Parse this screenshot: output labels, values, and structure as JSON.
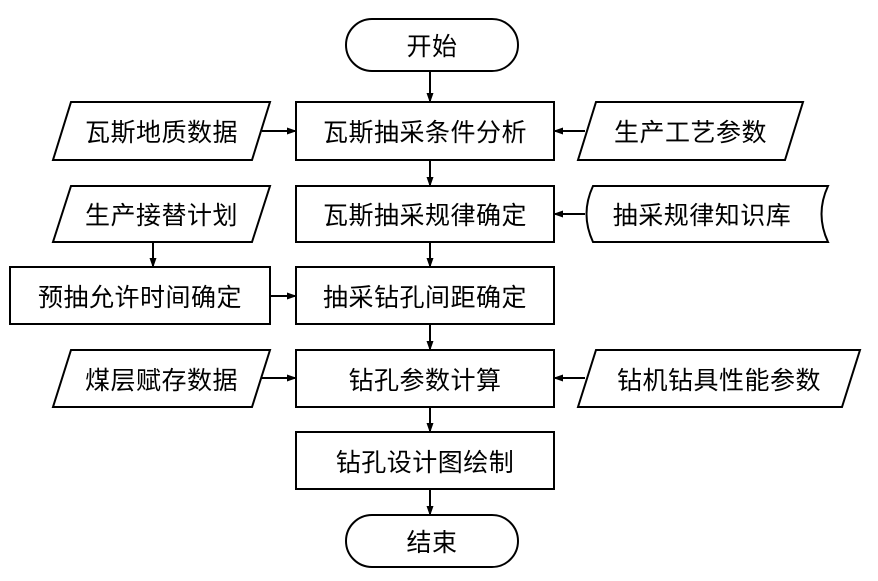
{
  "flowchart": {
    "start": "开始",
    "end": "结束",
    "main_steps": {
      "gas_extraction_analysis": "瓦斯抽采条件分析",
      "extraction_law": "瓦斯抽采规律确定",
      "drill_spacing": "抽采钻孔间距确定",
      "drill_params": "钻孔参数计算",
      "drill_drawing": "钻孔设计图绘制"
    },
    "left_inputs": {
      "gas_geology": "瓦斯地质数据",
      "production_plan": "生产接替计划",
      "pre_drain_time": "预抽允许时间确定",
      "coal_seam": "煤层赋存数据"
    },
    "right_inputs": {
      "process_params": "生产工艺参数",
      "knowledge_base": "抽采规律知识库",
      "drill_rig_params": "钻机钻具性能参数"
    }
  }
}
